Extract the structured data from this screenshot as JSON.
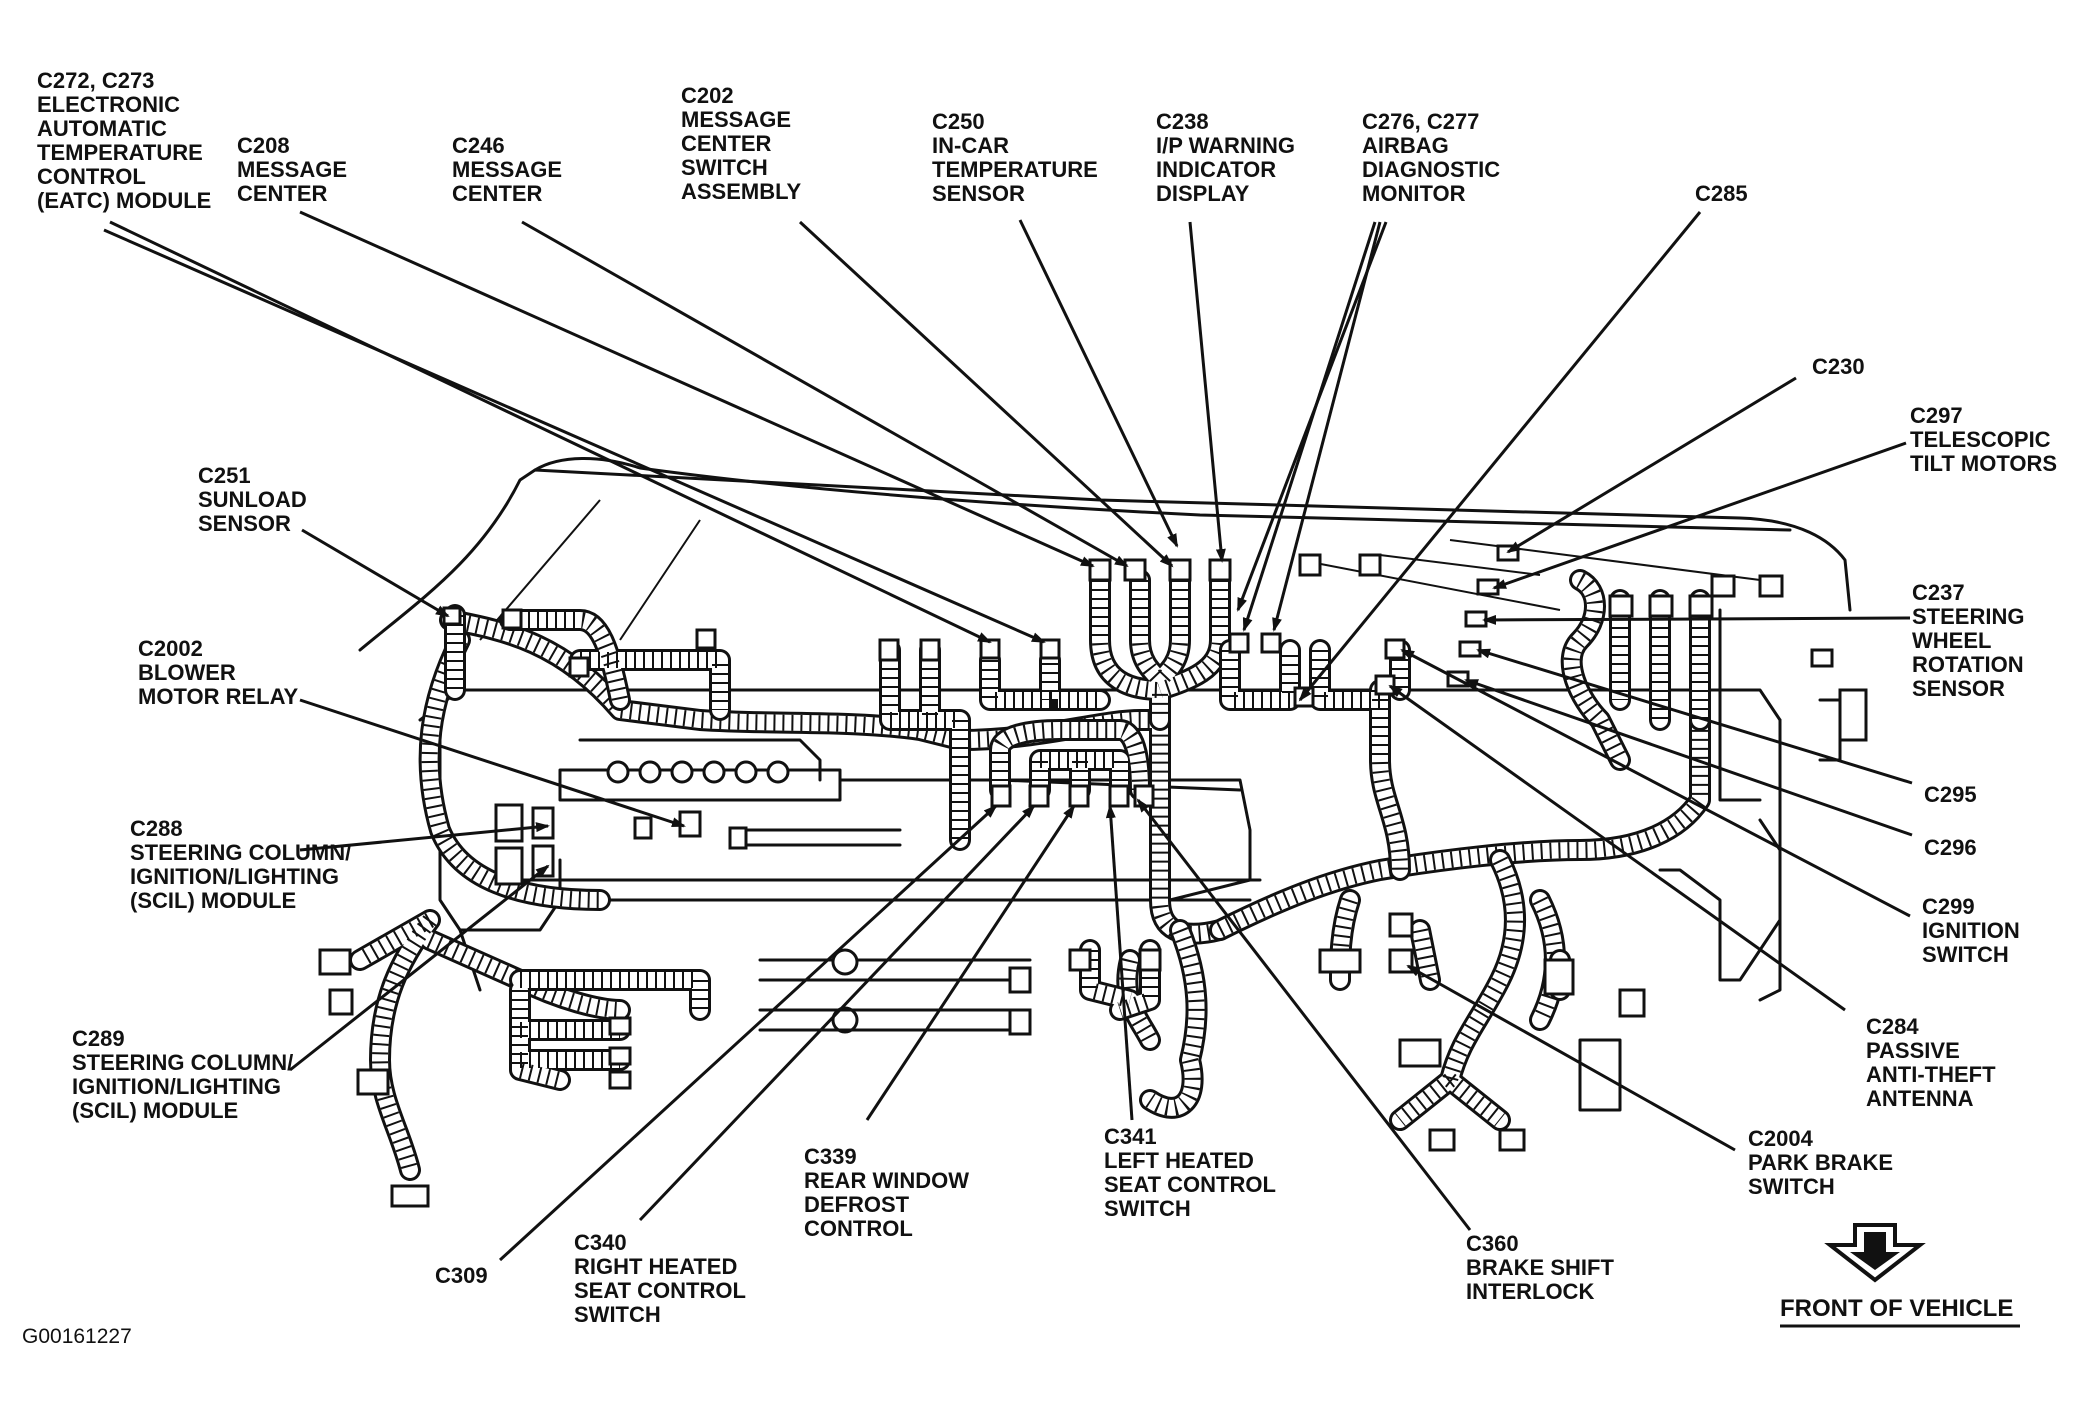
{
  "figure_id": "G00161227",
  "front_label": "FRONT OF VEHICLE",
  "callouts": [
    {
      "id": "c272",
      "lines": [
        "C272, C273",
        "ELECTRONIC",
        "AUTOMATIC",
        "TEMPERATURE",
        "CONTROL",
        "(EATC) MODULE"
      ]
    },
    {
      "id": "c208",
      "lines": [
        "C208",
        "MESSAGE",
        "CENTER"
      ]
    },
    {
      "id": "c246",
      "lines": [
        "C246",
        "MESSAGE",
        "CENTER"
      ]
    },
    {
      "id": "c202",
      "lines": [
        "C202",
        "MESSAGE",
        "CENTER",
        "SWITCH",
        "ASSEMBLY"
      ]
    },
    {
      "id": "c250",
      "lines": [
        "C250",
        "IN-CAR",
        "TEMPERATURE",
        "SENSOR"
      ]
    },
    {
      "id": "c238",
      "lines": [
        "C238",
        "I/P WARNING",
        "INDICATOR",
        "DISPLAY"
      ]
    },
    {
      "id": "c276",
      "lines": [
        "C276, C277",
        "AIRBAG",
        "DIAGNOSTIC",
        "MONITOR"
      ]
    },
    {
      "id": "c285",
      "lines": [
        "C285"
      ]
    },
    {
      "id": "c230",
      "lines": [
        "C230"
      ]
    },
    {
      "id": "c297",
      "lines": [
        "C297",
        "TELESCOPIC",
        "TILT MOTORS"
      ]
    },
    {
      "id": "c237",
      "lines": [
        "C237",
        "STEERING",
        "WHEEL",
        "ROTATION",
        "SENSOR"
      ]
    },
    {
      "id": "c295",
      "lines": [
        "C295"
      ]
    },
    {
      "id": "c296",
      "lines": [
        "C296"
      ]
    },
    {
      "id": "c299",
      "lines": [
        "C299",
        "IGNITION",
        "SWITCH"
      ]
    },
    {
      "id": "c284",
      "lines": [
        "C284",
        "PASSIVE",
        "ANTI-THEFT",
        "ANTENNA"
      ]
    },
    {
      "id": "c2004",
      "lines": [
        "C2004",
        "PARK BRAKE",
        "SWITCH"
      ]
    },
    {
      "id": "c360",
      "lines": [
        "C360",
        "BRAKE SHIFT",
        "INTERLOCK"
      ]
    },
    {
      "id": "c341",
      "lines": [
        "C341",
        "LEFT HEATED",
        "SEAT CONTROL",
        "SWITCH"
      ]
    },
    {
      "id": "c339",
      "lines": [
        "C339",
        "REAR WINDOW",
        "DEFROST",
        "CONTROL"
      ]
    },
    {
      "id": "c340",
      "lines": [
        "C340",
        "RIGHT HEATED",
        "SEAT CONTROL",
        "SWITCH"
      ]
    },
    {
      "id": "c309",
      "lines": [
        "C309"
      ]
    },
    {
      "id": "c289",
      "lines": [
        "C289",
        "STEERING COLUMN/",
        "IGNITION/LIGHTING",
        "(SCIL) MODULE"
      ]
    },
    {
      "id": "c288",
      "lines": [
        "C288",
        "STEERING COLUMN/",
        "IGNITION/LIGHTING",
        "(SCIL) MODULE"
      ]
    },
    {
      "id": "c2002",
      "lines": [
        "C2002",
        "BLOWER",
        "MOTOR RELAY"
      ]
    },
    {
      "id": "c251",
      "lines": [
        "C251",
        "SUNLOAD",
        "SENSOR"
      ]
    }
  ]
}
